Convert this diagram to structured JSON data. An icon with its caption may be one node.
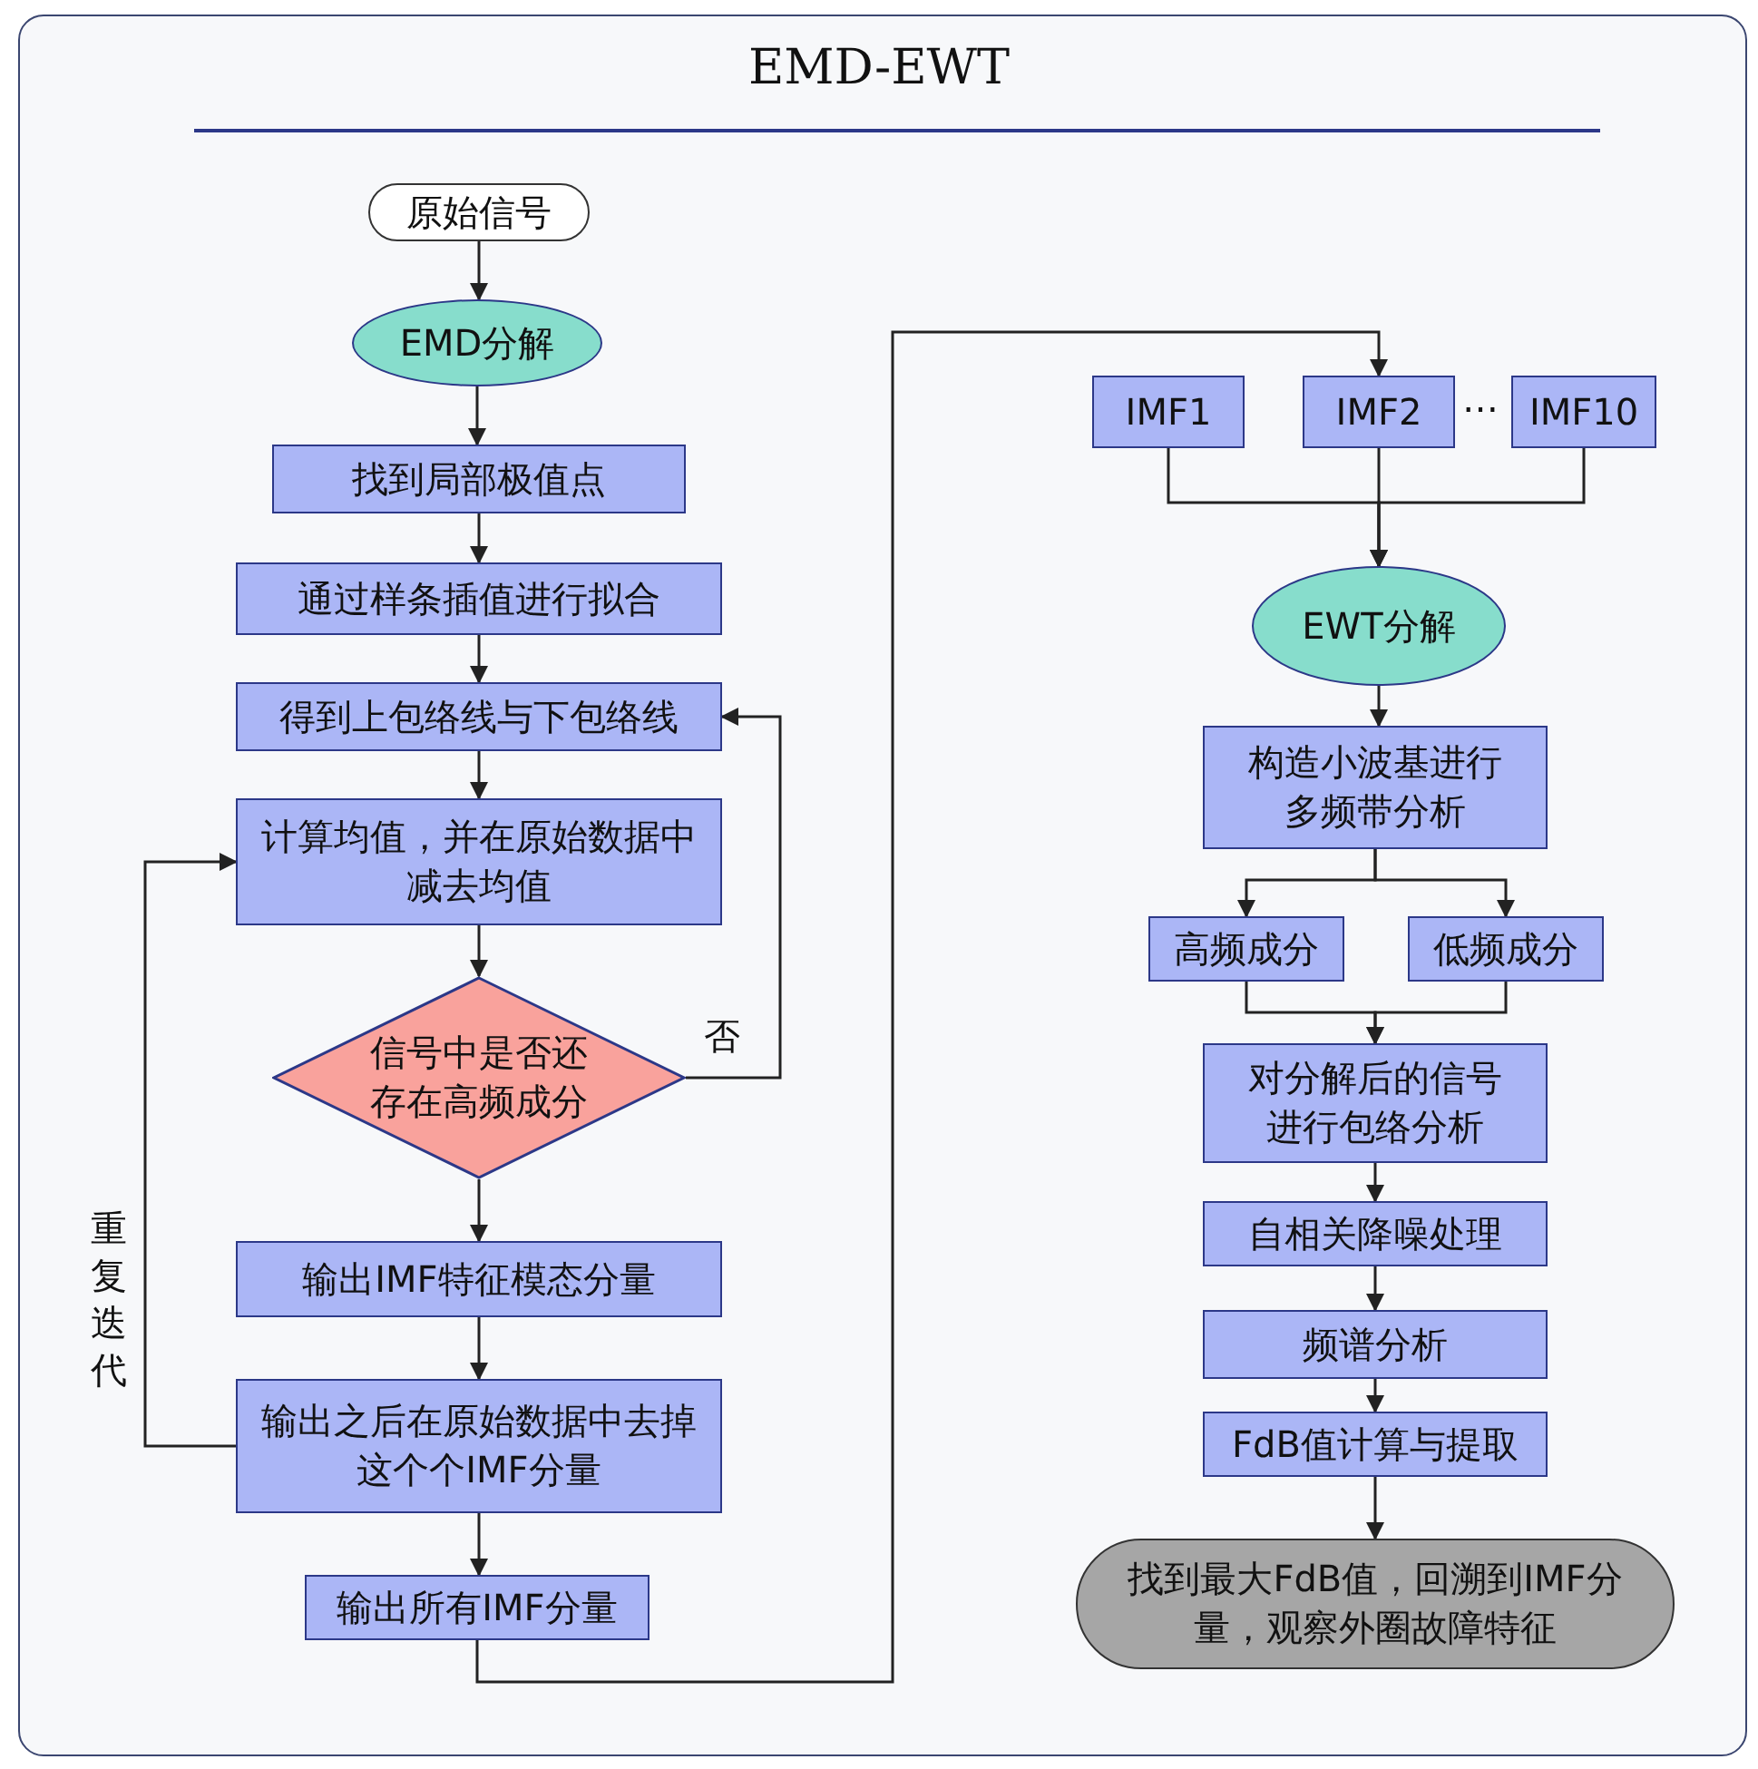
{
  "diagram": {
    "title": "EMD-EWT",
    "nodes": [
      {
        "text": [
          "原始信号"
        ]
      },
      {
        "text": [
          "EMD分解"
        ]
      },
      {
        "text": [
          "找到局部极值点"
        ]
      },
      {
        "text": [
          "通过样条插值进行拟合"
        ]
      },
      {
        "text": [
          "得到上包络线与下包络线"
        ]
      },
      {
        "text": [
          "计算均值，并在原始数据中减去均值"
        ]
      },
      {
        "text": [
          "信号中是否还存在高频成分"
        ]
      },
      {
        "text": [
          "输出IMF特征模态分量"
        ]
      },
      {
        "text": [
          "输出之后在原始数据中去掉这个个IMF分量"
        ]
      },
      {
        "text": [
          "输出所有IMF分量"
        ]
      },
      {
        "text": [
          "IMF1"
        ]
      },
      {
        "text": [
          "IMF2"
        ]
      },
      {
        "text": [
          "IMF10"
        ]
      },
      {
        "text": [
          "EWT分解"
        ]
      },
      {
        "text": [
          "构造小波基进行多频带分析"
        ]
      },
      {
        "text": [
          "高频成分"
        ]
      },
      {
        "text": [
          "低频成分"
        ]
      },
      {
        "text": [
          "对分解后的信号进行包络分析"
        ]
      },
      {
        "text": [
          "自相关降噪处理"
        ]
      },
      {
        "text": [
          "频谱分析"
        ]
      },
      {
        "text": [
          "FdB值计算与提取"
        ]
      },
      {
        "text": [
          "找到最大FdB值，回溯到IMF分量，观察外圈故障特征"
        ]
      }
    ],
    "edges": [
      {
        "from": 0,
        "to": 1,
        "arrow": "to"
      },
      {
        "from": 1,
        "to": 2,
        "arrow": "to"
      },
      {
        "from": 2,
        "to": 3,
        "arrow": "to"
      },
      {
        "from": 3,
        "to": 4,
        "arrow": "to"
      },
      {
        "from": 4,
        "to": 5,
        "arrow": "to"
      },
      {
        "from": 5,
        "to": 6,
        "arrow": "to"
      },
      {
        "from": 6,
        "to": 4,
        "arrow": "to",
        "label": "否"
      },
      {
        "from": 6,
        "to": 7,
        "arrow": "to"
      },
      {
        "from": 7,
        "to": 8,
        "arrow": "to"
      },
      {
        "from": 8,
        "to": 5,
        "arrow": "to",
        "label": "重复迭代"
      },
      {
        "from": 8,
        "to": 9,
        "arrow": "to"
      },
      {
        "from": 9,
        "to": 11,
        "arrow": "to"
      },
      {
        "from": 10,
        "to": 13,
        "arrow": "to"
      },
      {
        "from": 11,
        "to": 13,
        "arrow": "to"
      },
      {
        "from": 12,
        "to": 13,
        "arrow": "to"
      },
      {
        "from": 13,
        "to": 14,
        "arrow": "to"
      },
      {
        "from": 14,
        "to": 15,
        "arrow": "to"
      },
      {
        "from": 14,
        "to": 16,
        "arrow": "to"
      },
      {
        "from": 15,
        "to": 17,
        "arrow": "to"
      },
      {
        "from": 16,
        "to": 17,
        "arrow": "to"
      },
      {
        "from": 17,
        "to": 18,
        "arrow": "to"
      },
      {
        "from": 18,
        "to": 19,
        "arrow": "to"
      },
      {
        "from": 19,
        "to": 20,
        "arrow": "to"
      },
      {
        "from": 20,
        "to": 21,
        "arrow": "to"
      }
    ],
    "labels": [
      "…"
    ]
  }
}
